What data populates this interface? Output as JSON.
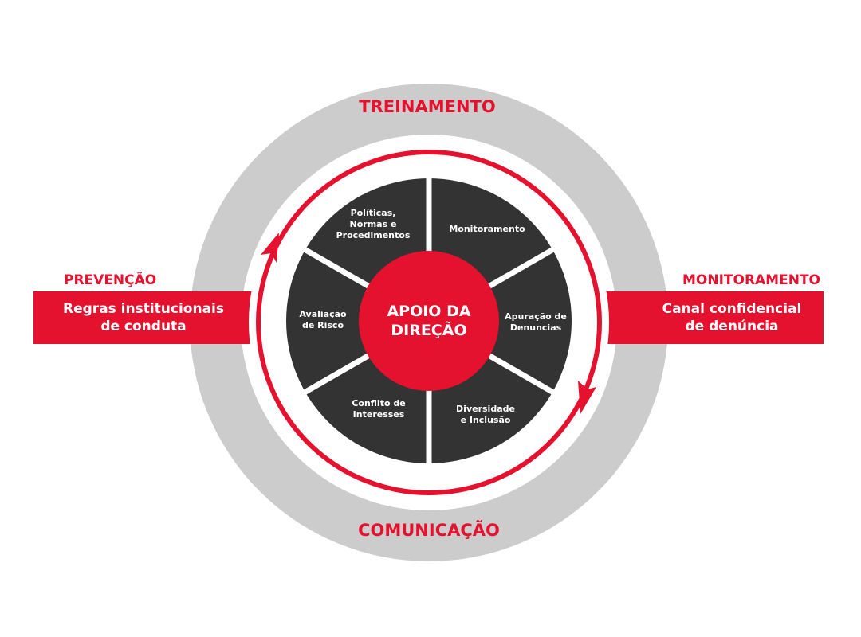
{
  "colors": {
    "red": "#e4122f",
    "dark": "#333333",
    "gray": "#cccccc"
  },
  "outer": {
    "top": "TREINAMENTO",
    "bottom": "COMUNICAÇÃO"
  },
  "left": {
    "heading": "PREVENÇÃO",
    "line1": "Regras institucionais",
    "line2": "de conduta"
  },
  "right": {
    "heading": "MONITORAMENTO",
    "line1": "Canal confidencial",
    "line2": "de denúncia"
  },
  "center": {
    "line1": "APOIO DA",
    "line2": "DIREÇÃO"
  },
  "segments": [
    {
      "lines": [
        "Políticas,",
        "Normas e",
        "Procedimentos"
      ]
    },
    {
      "lines": [
        "Monitoramento"
      ]
    },
    {
      "lines": [
        "Apuração de",
        "Denuncias"
      ]
    },
    {
      "lines": [
        "Diversidade",
        "e Inclusão"
      ]
    },
    {
      "lines": [
        "Conflito de",
        "Interesses"
      ]
    },
    {
      "lines": [
        "Avaliação",
        "de Risco"
      ]
    }
  ]
}
